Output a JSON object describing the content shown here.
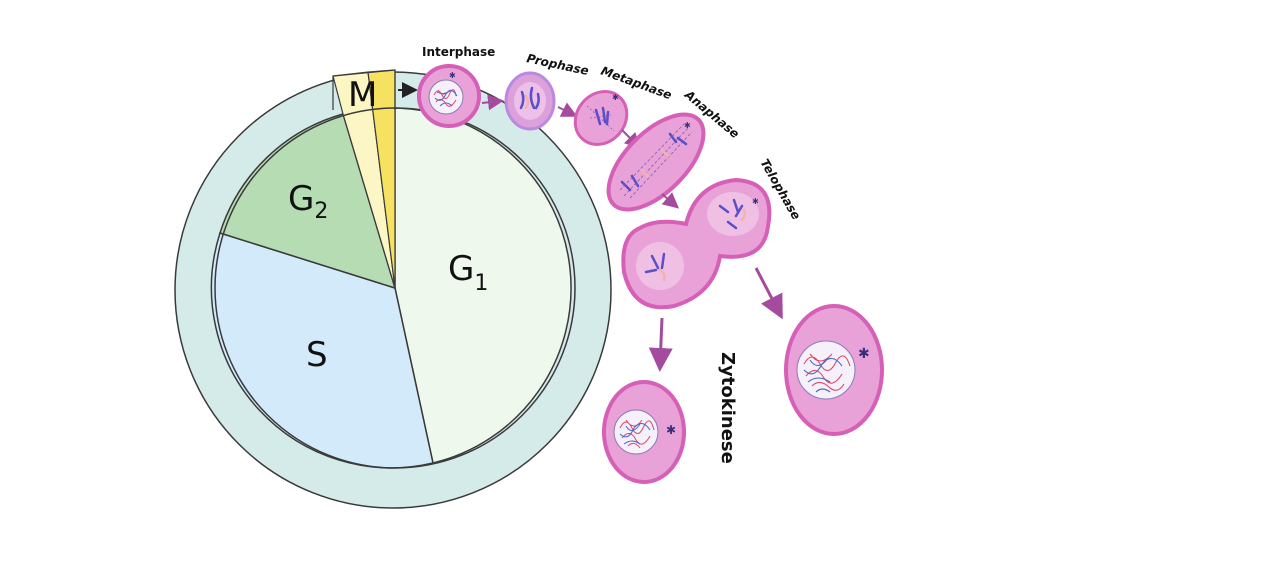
{
  "cycle": {
    "labels": {
      "M": "M",
      "G2": "G",
      "G2_sub": "2",
      "S": "S",
      "G1": "G",
      "G1_sub": "1"
    },
    "colors": {
      "ring": "#d4ebe9",
      "G1": "#eef8ec",
      "S": "#d3eafb",
      "G2": "#b6dcb4",
      "M_light": "#fbf6c4",
      "M_dark": "#f6e160",
      "outline": "#3a3a3a"
    }
  },
  "phases": {
    "interphase": "Interphase",
    "prophase": "Prophase",
    "metaphase": "Metaphase",
    "anaphase": "Anaphase",
    "telophase": "Telophase",
    "cytokinesis": "Zytokinese"
  },
  "cell_colors": {
    "membrane": "#d65fb7",
    "cytoplasm": "#e9a2d8",
    "nucleus": "#f2cdea",
    "chromosome_blue": "#5a4fc7",
    "chromosome_pink": "#f0b4a8",
    "arrow": "#a44b9e",
    "dna_red": "#d9486b",
    "dna_blue": "#4b64c9"
  }
}
